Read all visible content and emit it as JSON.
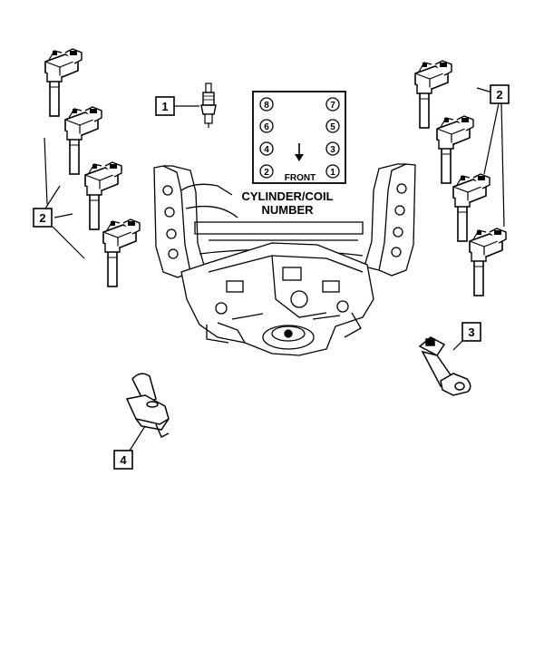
{
  "callouts": {
    "spark_plug": "1",
    "coil_left": "2",
    "coil_right": "2",
    "sensor": "3",
    "bracket": "4"
  },
  "firing_grid": {
    "left_column": [
      "8",
      "6",
      "4",
      "2"
    ],
    "right_column": [
      "7",
      "5",
      "3",
      "1"
    ],
    "direction_label": "FRONT"
  },
  "caption": {
    "line1": "CYLINDER/COIL",
    "line2": "NUMBER"
  }
}
